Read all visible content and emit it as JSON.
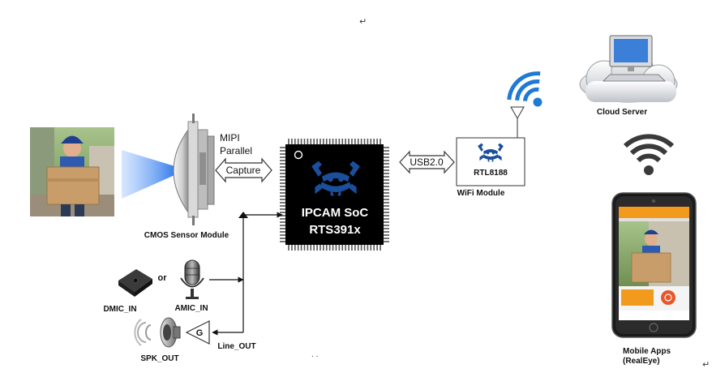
{
  "labels": {
    "cmos_module": "CMOS Sensor Module",
    "mipi": "MIPI",
    "parallel": "Parallel",
    "capture": "Capture",
    "soc_title": "IPCAM SoC",
    "soc_model": "RTS391x",
    "usb": "USB2.0",
    "rtl": "RTL8188",
    "wifi_module": "WiFi Module",
    "cloud_server": "Cloud Server",
    "mobile_apps": "Mobile Apps",
    "mobile_app_name": "(RealEye)",
    "dmic": "DMIC_IN",
    "or": "or",
    "amic": "AMIC_IN",
    "spk": "SPK_OUT",
    "line_out": "Line_OUT",
    "amp": "G",
    "return_mark_top": "↵",
    "return_mark_bottom": "↵",
    "dots": ". ."
  },
  "colors": {
    "realtek_blue": "#1b4f9c",
    "wifi_blue": "#1e7ad4",
    "beam_blue": "#2f7ff0",
    "phone_orange": "#f29a1e"
  },
  "icons": [
    "realtek-crab-logo",
    "wifi-icon",
    "wifi-signal-gray-icon",
    "cloud-icon",
    "computer-icon",
    "antenna-icon",
    "microphone-icon",
    "speaker-icon",
    "amplifier-icon"
  ]
}
